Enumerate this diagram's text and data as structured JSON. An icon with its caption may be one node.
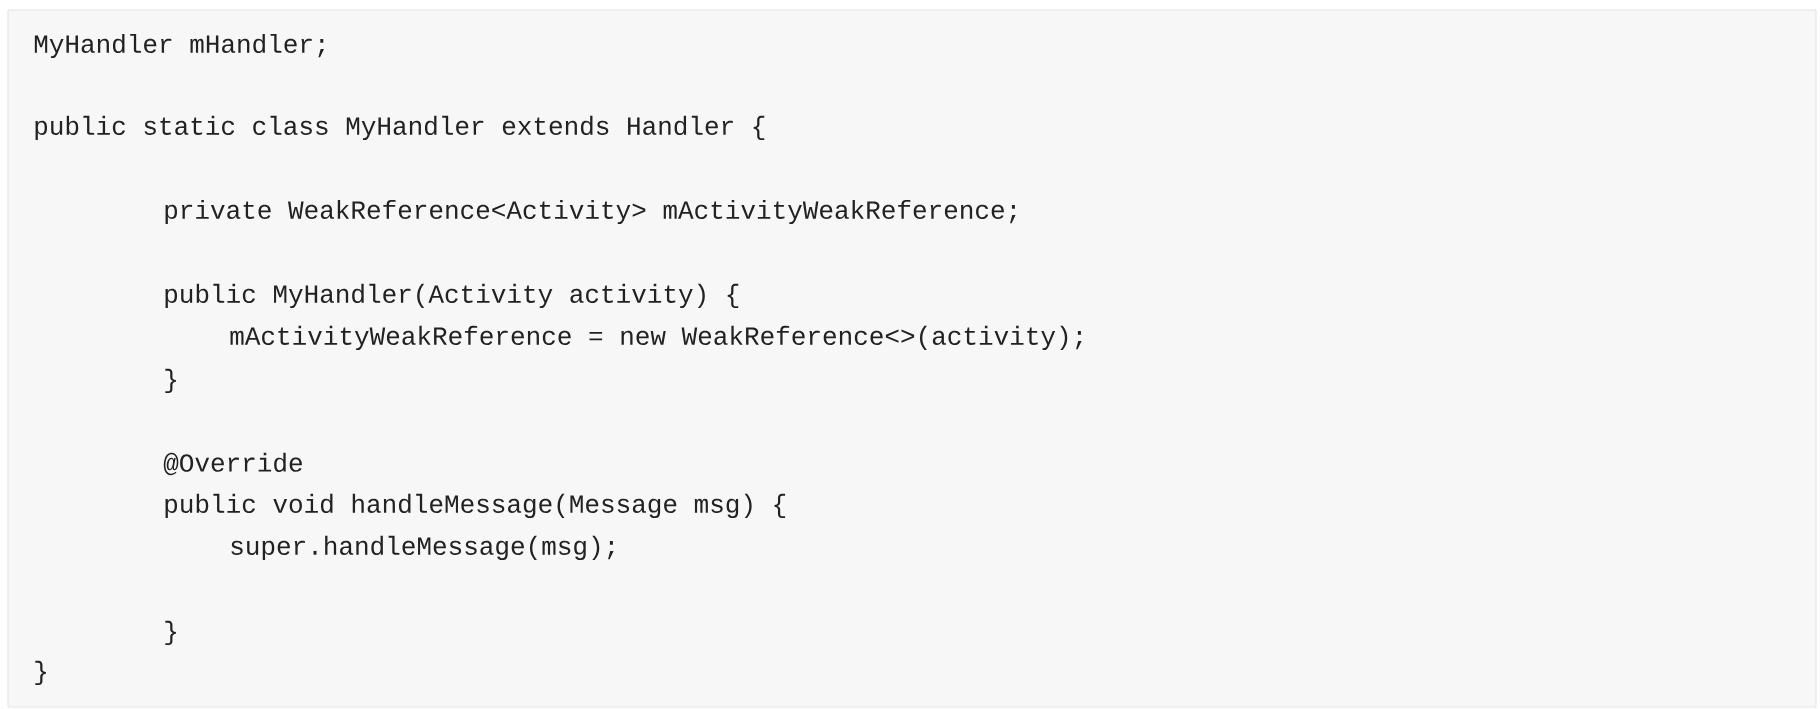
{
  "diagram": {
    "labels": [
      "MyHandler mHandler;",
      "public static class MyHandler extends Handler {",
      "private WeakReference<Activity> mActivityWeakReference;",
      "public MyHandler(Activity activity) {",
      "mActivityWeakReference = new WeakReference<>(activity);",
      "}",
      "@Override",
      "public void handleMessage(Message msg) {",
      "super.handleMessage(msg);",
      "}",
      "}"
    ]
  }
}
